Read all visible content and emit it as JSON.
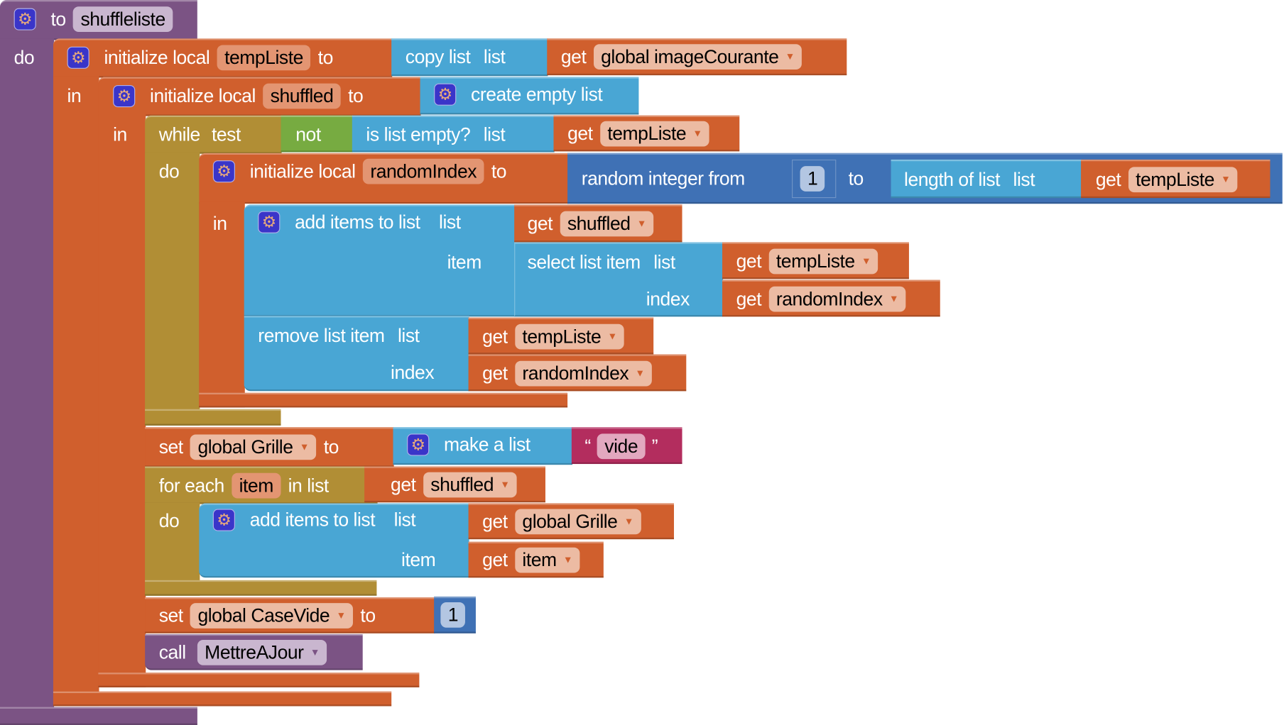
{
  "procedure": {
    "to": "to",
    "name": "shuffleliste",
    "do": "do"
  },
  "init_templiste": {
    "label": "initialize local",
    "var": "tempListe",
    "to": "to",
    "in": "in",
    "value": {
      "label": "copy list",
      "list": "list",
      "get": "get",
      "var": "global imageCourante"
    }
  },
  "init_shuffled": {
    "label": "initialize local",
    "var": "shuffled",
    "to": "to",
    "in": "in",
    "value": {
      "label": "create empty list"
    }
  },
  "while": {
    "while": "while",
    "test": "test",
    "do": "do",
    "not": "not",
    "is_empty": {
      "label": "is list empty?",
      "list": "list",
      "get": "get",
      "var": "tempListe"
    }
  },
  "init_randomindex": {
    "label": "initialize local",
    "var": "randomIndex",
    "to": "to",
    "in": "in",
    "random": {
      "label": "random integer from",
      "from": "1",
      "to": "to",
      "length_label": "length of list",
      "list": "list",
      "get": "get",
      "var": "tempListe"
    }
  },
  "add_items_1": {
    "label": "add items to list",
    "list": "list",
    "item": "item",
    "get": "get",
    "list_var": "shuffled",
    "select": {
      "label": "select list item",
      "list": "list",
      "index": "index",
      "get1": "get",
      "var1": "tempListe",
      "get2": "get",
      "var2": "randomIndex"
    }
  },
  "remove_item": {
    "label": "remove list item",
    "list": "list",
    "index": "index",
    "get1": "get",
    "var1": "tempListe",
    "get2": "get",
    "var2": "randomIndex"
  },
  "set_grille": {
    "set": "set",
    "var": "global Grille",
    "to": "to",
    "make_list": "make a list",
    "open_quote": "“",
    "text": "vide",
    "close_quote": "”"
  },
  "foreach": {
    "for_each": "for each",
    "var": "item",
    "in_list": "in list",
    "get": "get",
    "list_var": "shuffled",
    "do": "do"
  },
  "add_items_2": {
    "label": "add items to list",
    "list": "list",
    "item": "item",
    "get1": "get",
    "var1": "global Grille",
    "get2": "get",
    "var2": "item"
  },
  "set_casevide": {
    "set": "set",
    "var": "global CaseVide",
    "to": "to",
    "value": "1"
  },
  "call": {
    "call": "call",
    "name": "MettreAJour"
  },
  "icons": {
    "gear": "⚙",
    "dropdown": "▼"
  }
}
